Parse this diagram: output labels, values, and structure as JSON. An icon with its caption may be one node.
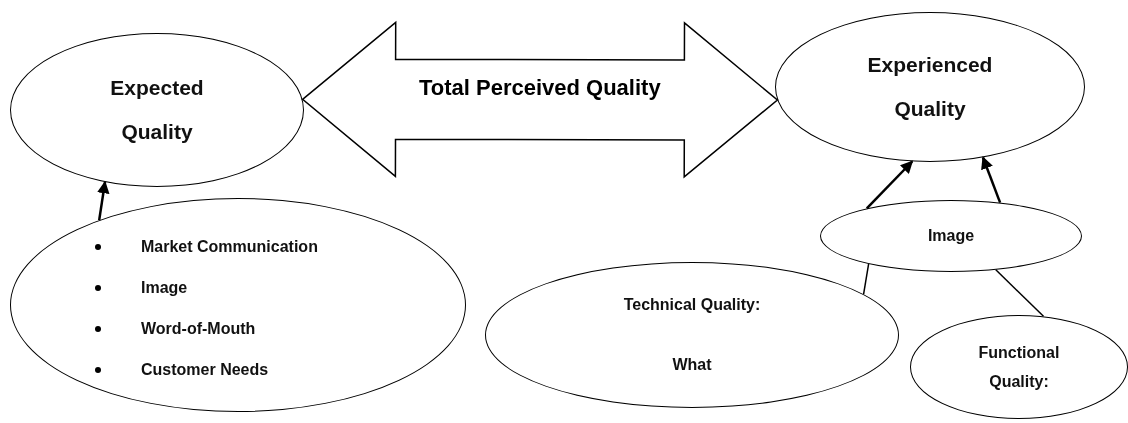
{
  "diagram": {
    "nodes": [
      {
        "text": [
          "Expected Quality"
        ]
      },
      {
        "text": [
          "Experienced Quality"
        ]
      },
      {
        "text": [
          "Market Communication",
          "Image",
          "Word-of-Mouth",
          "Customer Needs"
        ]
      },
      {
        "text": [
          "Image"
        ]
      },
      {
        "text": [
          "Technical Quality:",
          "What"
        ]
      },
      {
        "text": [
          "Functional Quality:"
        ]
      }
    ],
    "edges": [
      {
        "from": 0,
        "to": 1,
        "arrow": "both",
        "label": "Total Perceived Quality",
        "style": "thick"
      },
      {
        "from": 2,
        "to": 0,
        "arrow": "to"
      },
      {
        "from": 3,
        "to": 1,
        "arrow": "to"
      },
      {
        "from": 3,
        "to": 1,
        "arrow": "to"
      },
      {
        "from": 4,
        "to": 3,
        "arrow": "none"
      },
      {
        "from": 5,
        "to": 3,
        "arrow": "none"
      }
    ]
  }
}
